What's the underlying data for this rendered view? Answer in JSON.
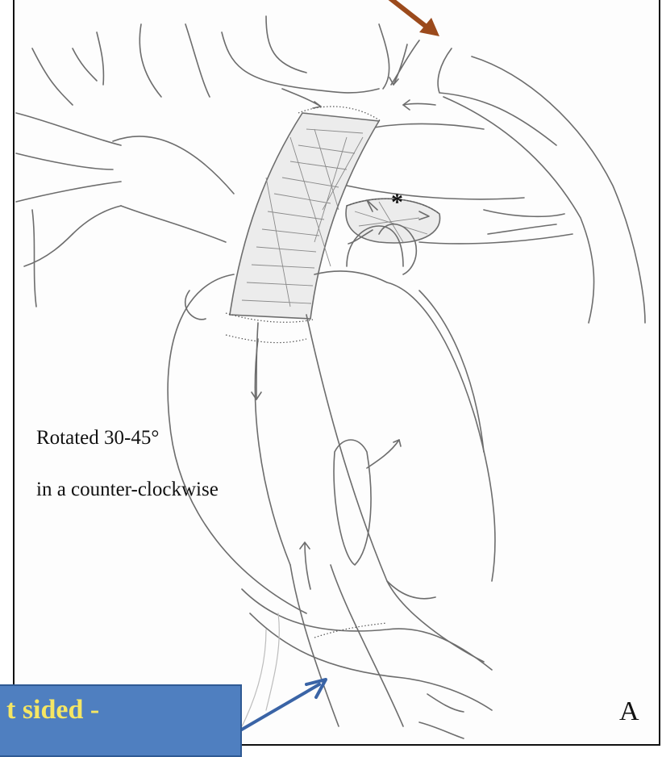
{
  "figure": {
    "label_rotation_line1": "Rotated 30-45°",
    "label_rotation_line2": "in a counter-clockwise",
    "asterisk": "*",
    "panel_letter": "A"
  },
  "callout": {
    "text": "t sided -"
  },
  "colors": {
    "top_arrow": "#9b4a1c",
    "callout_fill": "#4f7fc0",
    "callout_text": "#f5e663",
    "callout_arrow": "#3a64a6"
  }
}
